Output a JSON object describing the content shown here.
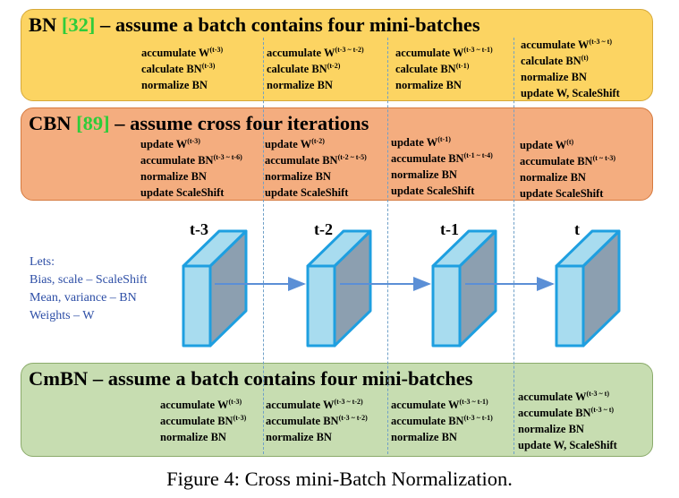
{
  "bn": {
    "title_prefix": "BN ",
    "title_ref": "[32]",
    "title_suffix": " – assume a batch contains four mini-batches",
    "columns": [
      [
        "accumulate W",
        "(t-3)",
        "calculate BN",
        "(t-3)",
        "normalize BN"
      ],
      [
        "accumulate W",
        "(t-3 ~ t-2)",
        "calculate BN",
        "(t-2)",
        "normalize BN"
      ],
      [
        "accumulate W",
        "(t-3 ~ t-1)",
        "calculate BN",
        "(t-1)",
        "normalize BN"
      ],
      [
        "accumulate W",
        "(t-3 ~ t)",
        "calculate BN",
        "(t)",
        "normalize BN",
        "update W, ScaleShift"
      ]
    ]
  },
  "cbn": {
    "title_prefix": "CBN ",
    "title_ref": "[89]",
    "title_suffix": " – assume cross four iterations",
    "columns": [
      [
        "update W",
        "(t-3)",
        "accumulate BN",
        "(t-3 ~ t-6)",
        "normalize BN",
        "update ScaleShift"
      ],
      [
        "update W",
        "(t-2)",
        "accumulate BN",
        "(t-2 ~ t-5)",
        "normalize BN",
        "update ScaleShift"
      ],
      [
        "update W",
        "(t-1)",
        "accumulate BN",
        "(t-1 ~ t-4)",
        "normalize BN",
        "update ScaleShift"
      ],
      [
        "update W",
        "(t)",
        "accumulate BN",
        "(t ~ t-3)",
        "normalize BN",
        "update ScaleShift"
      ]
    ]
  },
  "cmbn": {
    "title": "CmBN – assume a batch contains four mini-batches",
    "columns": [
      [
        "accumulate W",
        "(t-3)",
        "accumulate BN",
        "(t-3)",
        "normalize BN"
      ],
      [
        "accumulate W",
        "(t-3 ~ t-2)",
        "accumulate BN",
        "(t-3 ~ t-2)",
        "normalize BN"
      ],
      [
        "accumulate W",
        "(t-3 ~ t-1)",
        "accumulate BN",
        "(t-3 ~ t-1)",
        "normalize BN"
      ],
      [
        "accumulate W",
        "(t-3 ~ t)",
        "accumulate BN",
        "(t-3 ~ t)",
        "normalize BN",
        "update W, ScaleShift"
      ]
    ]
  },
  "legend": {
    "heading": "Lets:",
    "lines": [
      "Bias, scale – ScaleShift",
      "Mean, variance – BN",
      "Weights – W"
    ]
  },
  "steps": [
    "t-3",
    "t-2",
    "t-1",
    "t"
  ],
  "caption": "Figure 4: Cross mini-Batch Normalization.",
  "colors": {
    "bn_fill": "#fcd462",
    "cbn_fill": "#f4ad7f",
    "cmbn_fill": "#c7ddb1",
    "ref_green": "#2ecc3a",
    "legend_blue": "#2d4ea6",
    "block_front": "#a8dcef",
    "block_side": "#8c9fb0",
    "block_edge": "#1e9fe0",
    "arrow": "#5b8fd6"
  }
}
